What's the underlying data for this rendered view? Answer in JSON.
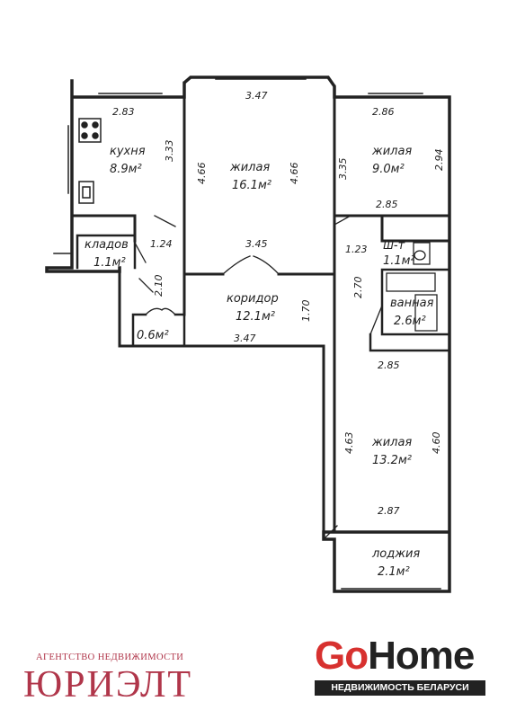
{
  "rooms": {
    "kitchen": {
      "name": "кухня",
      "area": "8.9м²"
    },
    "storage": {
      "name": "кладов",
      "area": "1.1м²"
    },
    "living_center": {
      "name": "жилая",
      "area": "16.1м²"
    },
    "living_ne": {
      "name": "жилая",
      "area": "9.0м²"
    },
    "toilet": {
      "name": "ш-т",
      "area": "1.1м²"
    },
    "bathroom": {
      "name": "ванная",
      "area": "2.6м²"
    },
    "corridor": {
      "name": "коридор",
      "area": "12.1м²"
    },
    "closet": {
      "area": "0.6м²"
    },
    "living_se": {
      "name": "жилая",
      "area": "13.2м²"
    },
    "loggia": {
      "name": "лоджия",
      "area": "2.1м²"
    }
  },
  "dimensions": {
    "kitchen_width": "2.83",
    "kitchen_depth": "3.33",
    "kitchen_door": "1.24",
    "hall_width": "2.10",
    "center_top": "3.47",
    "center_left": "4.66",
    "center_right": "4.66",
    "center_bottom": "3.45",
    "ne_top": "2.86",
    "ne_left": "3.35",
    "ne_right": "2.94",
    "ne_bottom": "2.85",
    "toilet_left": "1.23",
    "bath_left": "2.70",
    "corridor_depth": "1.70",
    "corridor_length": "3.47",
    "se_top": "2.85",
    "se_left": "4.63",
    "se_right": "4.60",
    "se_bottom": "2.87"
  },
  "branding": {
    "agency_tagline": "АГЕНТСТВО НЕДВИЖИМОСТИ",
    "agency_name": "ЮРИЭЛТ",
    "portal_go": "Go",
    "portal_home": "Home",
    "portal_tagline": "НЕДВИЖИМОСТЬ БЕЛАРУСИ"
  }
}
